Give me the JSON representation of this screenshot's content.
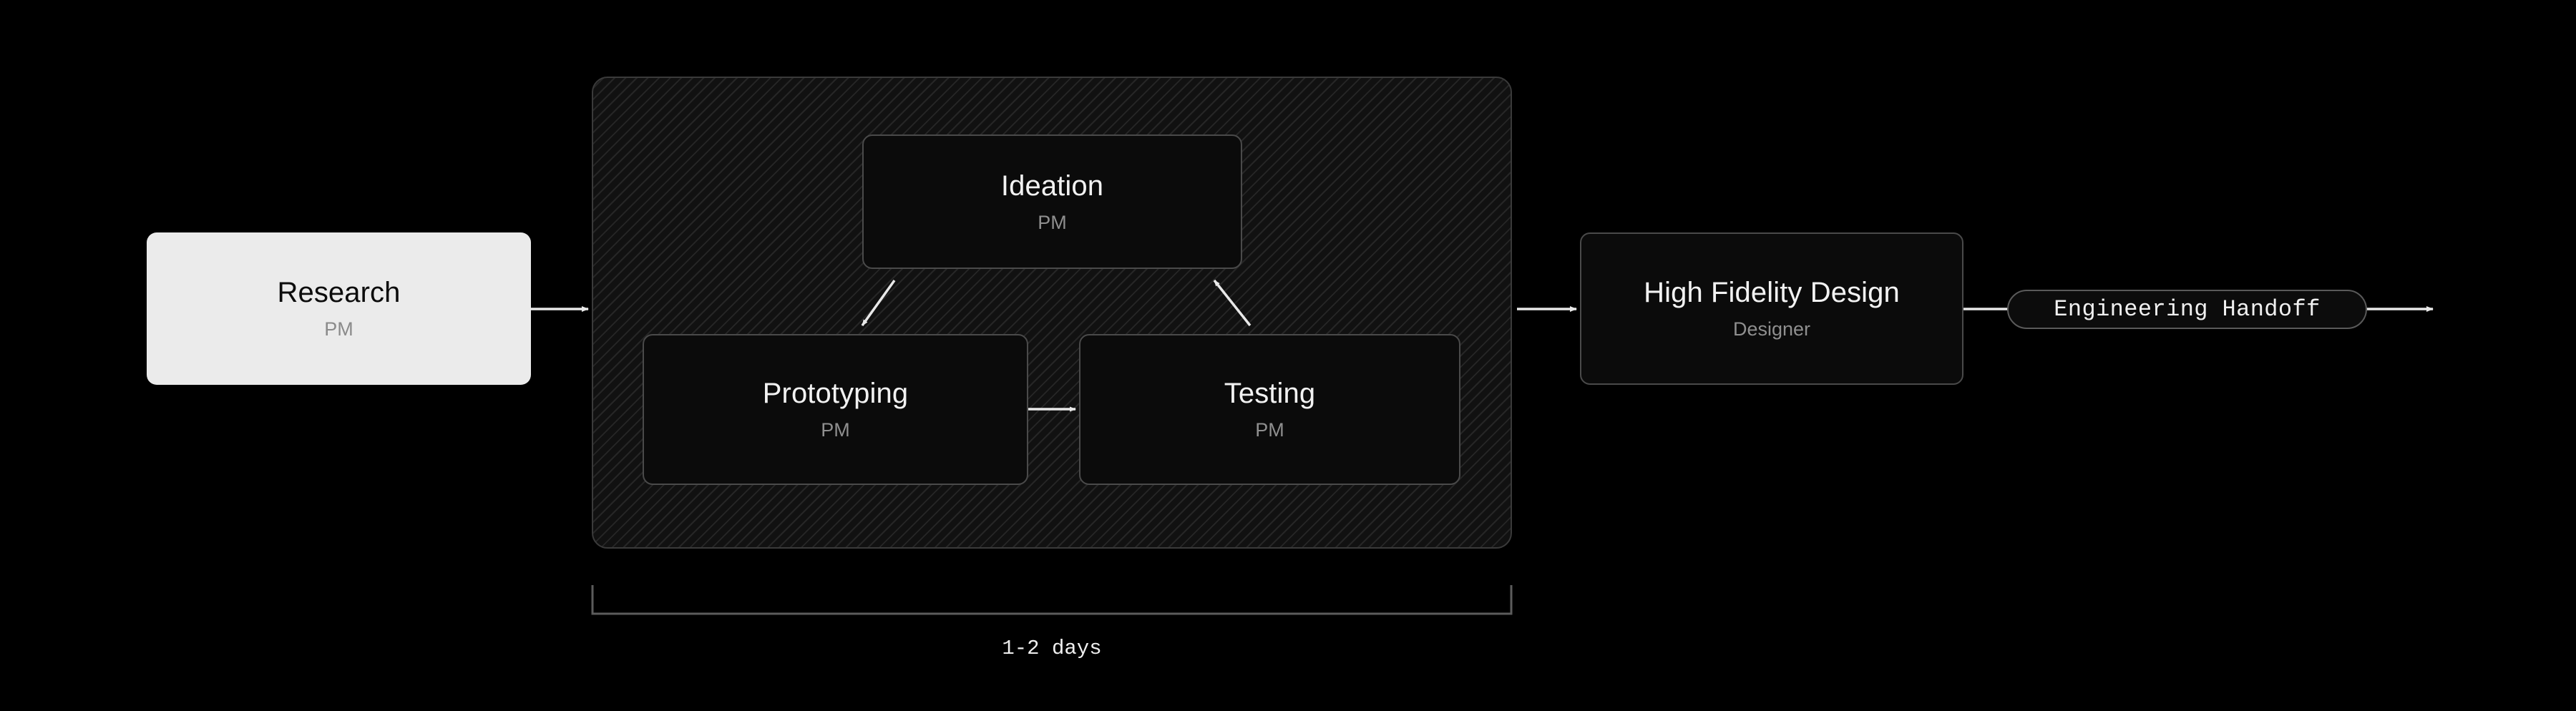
{
  "diagram": {
    "background_color": "#000000",
    "edge_color": "#e8e8e8",
    "group_border_color": "#3a3a3a",
    "node_border_color": "#4a4a4a",
    "title_color": "#f2f2f2",
    "subtitle_color": "#8f8f8f",
    "accent_light_node_bg": "#ebebeb"
  },
  "nodes": {
    "research": {
      "title": "Research",
      "subtitle": "PM"
    },
    "ideation": {
      "title": "Ideation",
      "subtitle": "PM"
    },
    "prototyping": {
      "title": "Prototyping",
      "subtitle": "PM"
    },
    "testing": {
      "title": "Testing",
      "subtitle": "PM"
    },
    "high_fidelity_design": {
      "title": "High Fidelity Design",
      "subtitle": "Designer"
    },
    "engineering_handoff": {
      "label": "Engineering Handoff"
    }
  },
  "annotations": {
    "duration_label": "1-2 days"
  }
}
